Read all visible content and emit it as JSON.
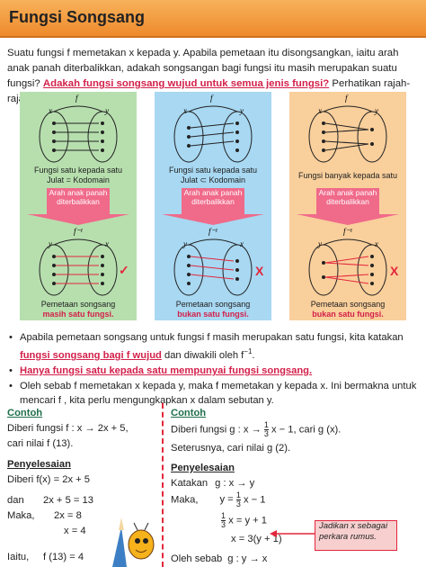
{
  "header": {
    "title": "Fungsi Songsang"
  },
  "intro": {
    "text1": "Suatu fungsi f memetakan x kepada y. Apabila pemetaan itu disongsangkan, iaitu arah anak panah diterbalikkan, adakah songsangan bagi fungsi itu masih merupakan suatu fungsi? ",
    "highlight": "Adakah fungsi songsang wujud untuk semua jenis fungsi?",
    "text2": " Perhatikan rajah-rajah yang berikut."
  },
  "panels": [
    {
      "top_label1": "Fungsi satu kepada satu",
      "top_label2": "Julat = Kodomain",
      "arrow_text": "Arah anak panah diterbalikkan",
      "bottom_label1": "Pemetaan songsang",
      "bottom_label2": "masih satu fungsi.",
      "mark": "✓"
    },
    {
      "top_label1": "Fungsi satu kepada satu",
      "top_label2": "Julat ⊂ Kodomain",
      "arrow_text": "Arah anak panah diterbalikkan",
      "bottom_label1": "Pemetaan songsang",
      "bottom_label2": "bukan satu fungsi.",
      "mark": "X"
    },
    {
      "top_label1": "Fungsi banyak kepada satu",
      "top_label2": "",
      "arrow_text": "Arah anak panah diterbalikkan",
      "bottom_label1": "Pemetaan songsang",
      "bottom_label2": "bukan satu fungsi.",
      "mark": "X"
    }
  ],
  "bullets": {
    "b1a": "Apabila pemetaan songsang untuk fungsi f masih merupakan satu fungsi, kita katakan ",
    "b1b": "fungsi songsang bagi f wujud",
    "b1c": " dan diwakili oleh f",
    "b2": "Hanya fungsi satu kepada satu mempunyai fungsi songsang.",
    "b3": "Oleh sebab f memetakan x kepada y, maka f  memetakan y kepada x. Ini bermakna untuk mencari f , kita perlu mengungkapkan x dalam sebutan y."
  },
  "left_example": {
    "heading": "Contoh",
    "q1": "Diberi fungsi f : x → 2x + 5,",
    "q2": "cari nilai f (13).",
    "sol": "Penyelesaian",
    "s1": "Diberi f(x) = 2x + 5",
    "s2a": "dan",
    "s2b": "2x + 5 = 13",
    "s3a": "Maka,",
    "s3b": "2x = 8",
    "s4": "x = 4",
    "s5a": "Iaitu,",
    "s5b": "f (13) = 4"
  },
  "right_example": {
    "heading": "Contoh",
    "q1": "Diberi fungsi g : x →",
    "q1b": "x − 1, cari g (x).",
    "q2": "Seterusnya, cari nilai g (2).",
    "sol": "Penyelesaian",
    "s1a": "Katakan",
    "s1b": "g : x → y",
    "s2a": "Maka,",
    "s2b": "y =",
    "s2c": "x − 1",
    "s3": "x = y + 1",
    "s4": "x = 3(y + 1)",
    "s5a": "Oleh sebab",
    "s5b": "g : y → x",
    "frac_num": "1",
    "frac_den": "3",
    "inv": "−1"
  },
  "note": {
    "text": "Jadikan x sebagai perkara rumus."
  }
}
